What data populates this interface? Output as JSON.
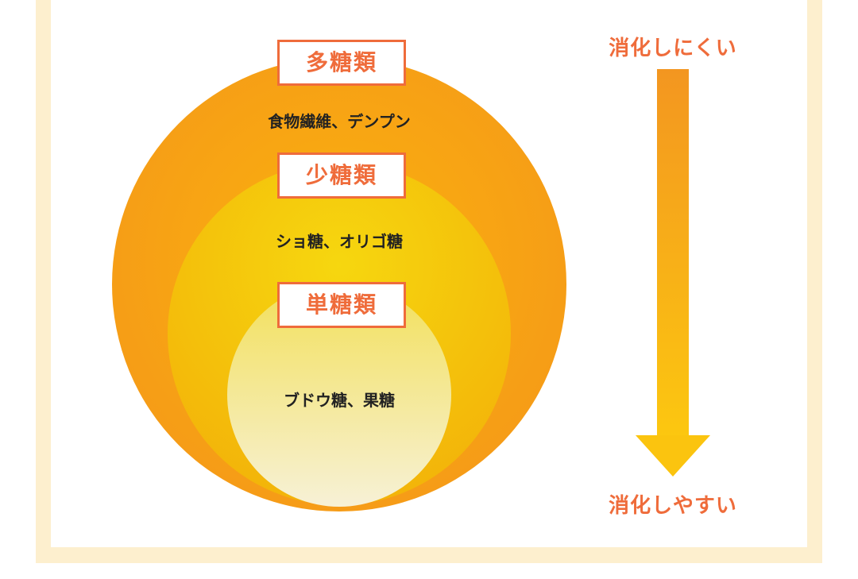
{
  "diagram": {
    "outer": {
      "title": "多糖類",
      "examples": "食物繊維、デンプン"
    },
    "middle": {
      "title": "少糖類",
      "examples": "ショ糖、オリゴ糖"
    },
    "inner": {
      "title": "単糖類",
      "examples": "ブドウ糖、果糖"
    },
    "arrow": {
      "top_label": "消化しにくい",
      "bottom_label": "消化しやすい"
    }
  },
  "colors": {
    "frame": "#fdefce",
    "outer_circle": "#f7a014",
    "middle_circle": "#f6c20e",
    "inner_circle_top": "#f3e25d",
    "inner_circle_bottom": "#f6efcf",
    "label_border": "#ef6c3b",
    "arrow_top": "#f39620",
    "arrow_bottom": "#fbc511"
  }
}
